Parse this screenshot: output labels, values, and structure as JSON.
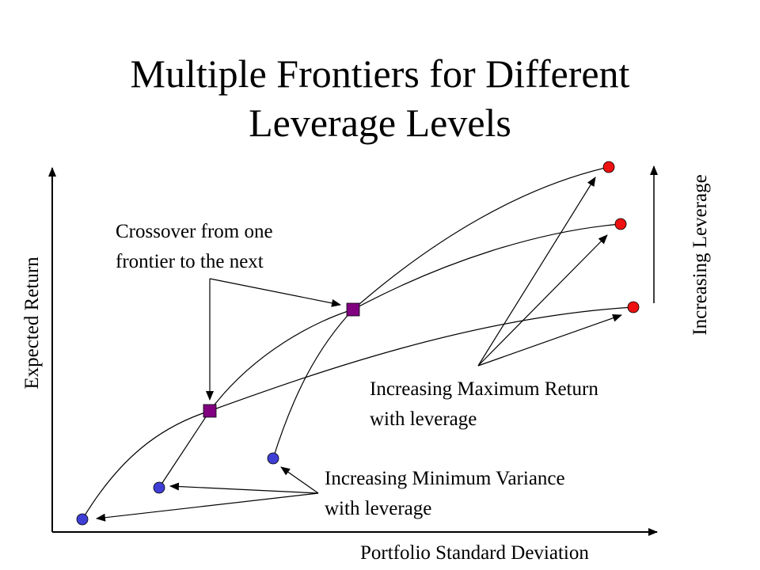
{
  "title": {
    "line1": "Multiple Frontiers for Different",
    "line2": "Leverage Levels"
  },
  "axes": {
    "y_label": "Expected Return",
    "x_label": "Portfolio Standard Deviation"
  },
  "labels": {
    "crossover_line1": "Crossover from one",
    "crossover_line2": "frontier to the next",
    "max_return_line1": "Increasing Maximum Return",
    "max_return_line2": "with leverage",
    "min_var_line1": "Increasing Minimum Variance",
    "min_var_line2": "with leverage",
    "increasing_leverage": "Increasing Leverage"
  },
  "colors": {
    "min_variance_point": "#3f3fd6",
    "max_return_point": "#ee1111",
    "crossover_point": "#800080",
    "line": "#000000"
  }
}
